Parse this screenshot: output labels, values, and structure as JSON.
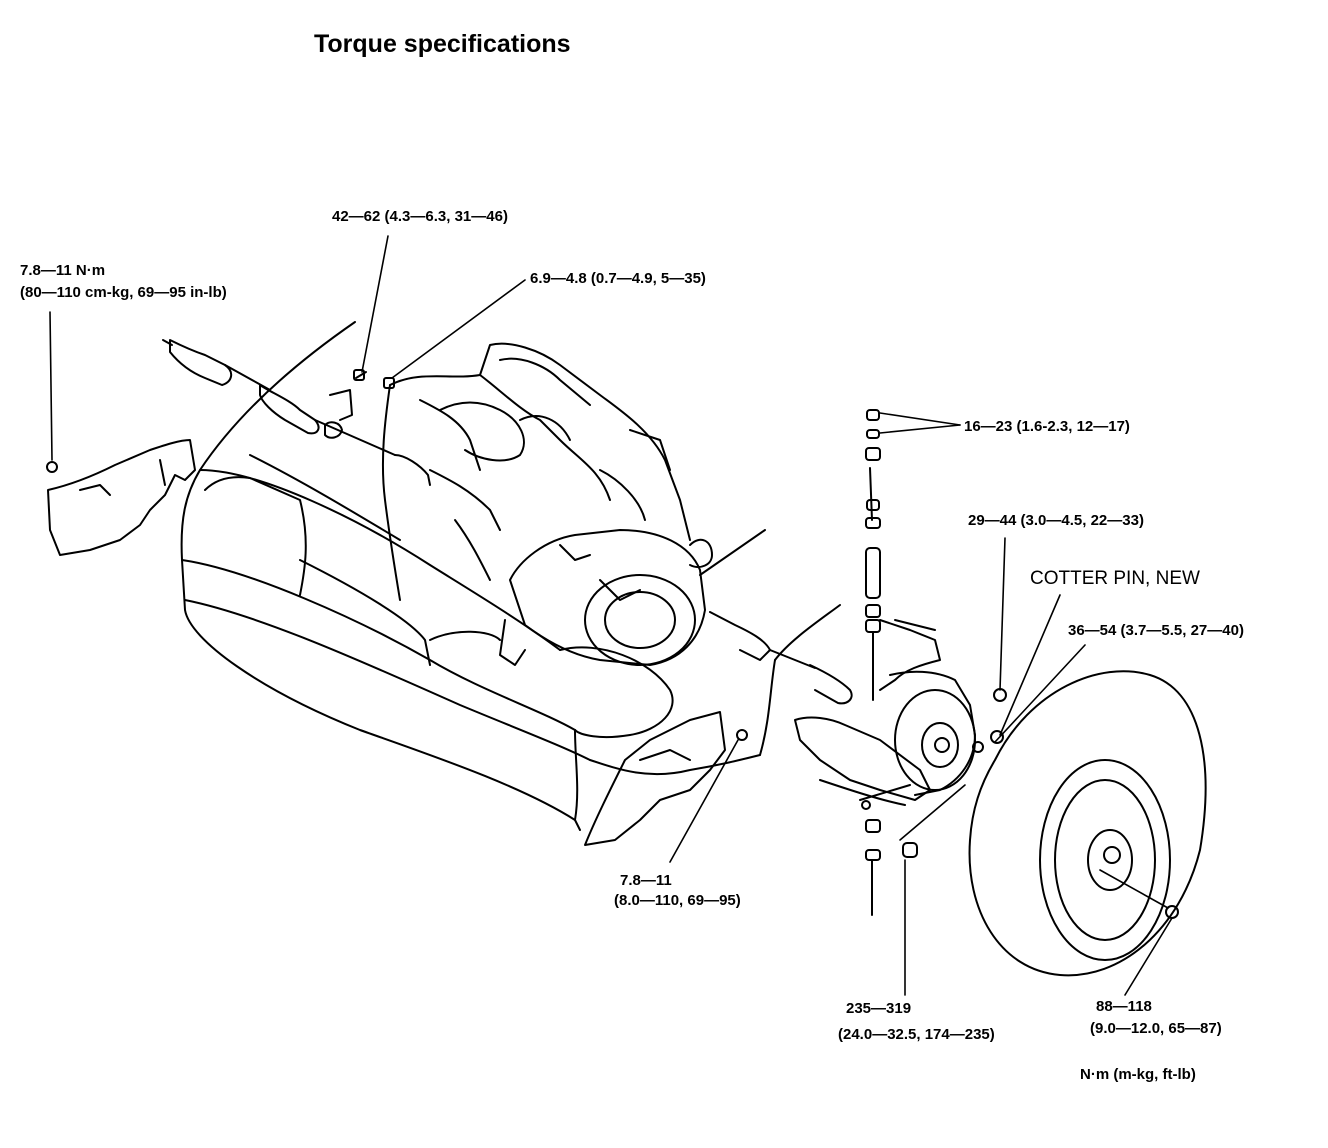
{
  "title": "Torque specifications",
  "labels": {
    "upper_bolt": "42—62 (4.3—6.3, 31—46)",
    "left_shield_line1": "7.8—11 N·m",
    "left_shield_line2": "(80—110 cm-kg, 69—95 in-lb)",
    "bracket_bolt": "6.9—4.8 (0.7—4.9, 5—35)",
    "stabilizer_nuts": "16—23 (1.6-2.3, 12—17)",
    "knuckle_bolt": "29—44 (3.0—4.5, 22—33)",
    "cotter_pin": "COTTER PIN, NEW",
    "hub_nut": "36—54 (3.7—5.5, 27—40)",
    "right_shield_line1": "7.8—11",
    "right_shield_line2": "(8.0—110, 69—95)",
    "lower_arm_line1": "235—319",
    "lower_arm_line2": "(24.0—32.5, 174—235)",
    "wheel_nut_line1": "88—118",
    "wheel_nut_line2": "(9.0—12.0, 65—87)",
    "units": "N·m (m-kg, ft-lb)"
  }
}
